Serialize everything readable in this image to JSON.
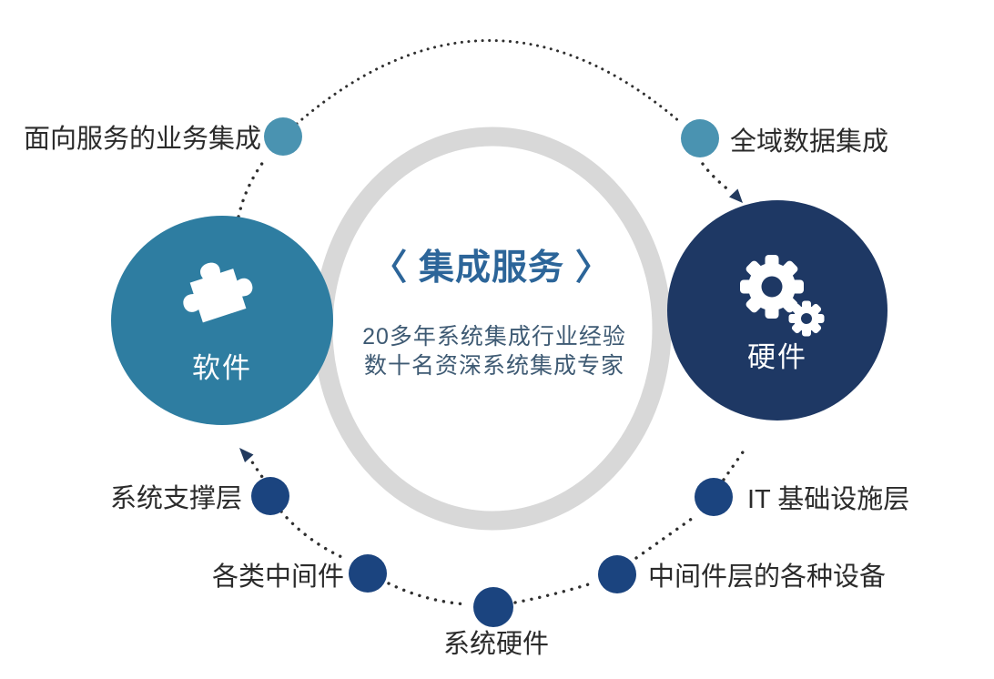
{
  "diagram": {
    "title": "〈 集成服务 〉",
    "subtitle_line1": "20多年系统集成行业经验",
    "subtitle_line2": "数十名资深系统集成专家",
    "software_label": "软件",
    "hardware_label": "硬件"
  },
  "satellites": [
    {
      "label": "面向服务的业务集成"
    },
    {
      "label": "全域数据集成"
    },
    {
      "label": "系统支撑层"
    },
    {
      "label": "各类中间件"
    },
    {
      "label": "系统硬件"
    },
    {
      "label": "中间件层的各种设备"
    },
    {
      "label": "IT 基础设施层"
    }
  ],
  "colors": {
    "software_circle": "#2e7da1",
    "hardware_circle": "#1e3864",
    "teal_dot": "#4a93b1",
    "navy_dot": "#1b447f",
    "center_ring": "#d8d8d8",
    "title_blue": "#2c6599",
    "subtitle_text": "#3e5a73",
    "label_text": "#2b2b2b",
    "dotted_trail": "#2f2f2f"
  }
}
